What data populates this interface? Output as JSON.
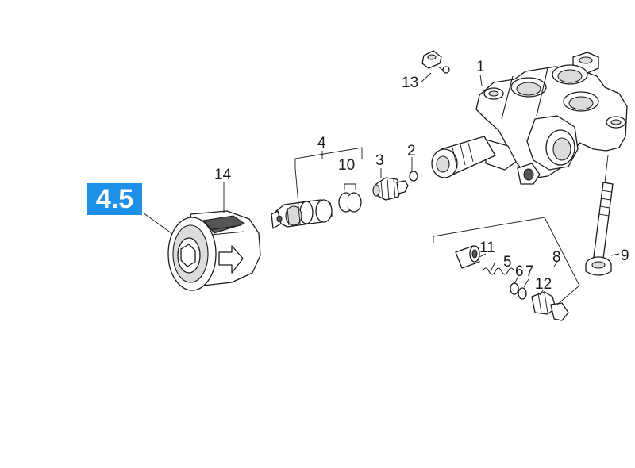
{
  "badge": {
    "label": "4.5",
    "color": "#1e90e8"
  },
  "parts": [
    "1",
    "2",
    "3",
    "4",
    "5",
    "6",
    "7",
    "8",
    "9",
    "10",
    "11",
    "12",
    "13",
    "14"
  ],
  "colors": {
    "line": "#1a1a1a",
    "shade": "#dcdcdc",
    "dark": "#555555",
    "background": "#ffffff"
  }
}
